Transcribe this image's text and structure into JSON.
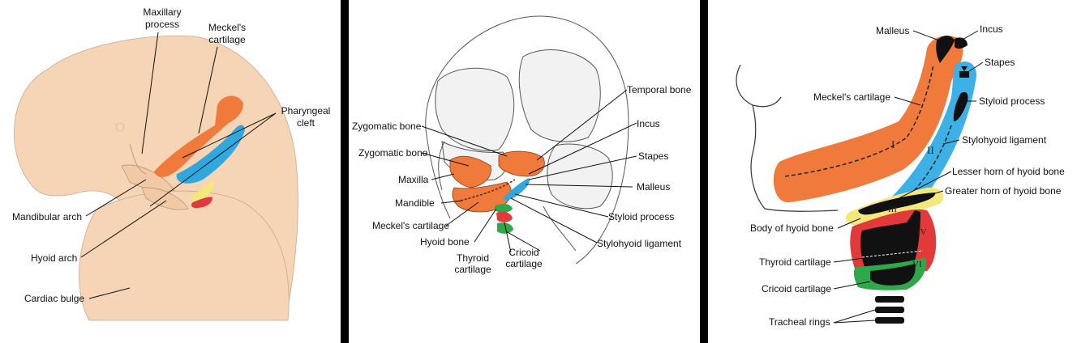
{
  "panel1": {
    "labels": {
      "maxillary_l1": "Maxillary",
      "maxillary_l2": "process",
      "meckel_l1": "Meckel's",
      "meckel_l2": "cartilage",
      "pharyngeal_l1": "Pharyngeal",
      "pharyngeal_l2": "cleft",
      "mandibular": "Mandibular arch",
      "hyoid_arch": "Hyoid arch",
      "cardiac": "Cardiac bulge"
    },
    "colors": {
      "skin": "#f5d5b5",
      "cartilage_orange": "#f07a3c",
      "cartilage_blue": "#2fa7df",
      "yellow": "#f5e77a",
      "red": "#e23a3a"
    }
  },
  "panel2": {
    "labels": {
      "temporal": "Temporal bone",
      "zygomatic1": "Zygomatic bone",
      "incus": "Incus",
      "zygomatic2": "Zygomatic bone",
      "stapes": "Stapes",
      "maxilla": "Maxilla",
      "malleus": "Malleus",
      "mandible": "Mandible",
      "styloid": "Styloid process",
      "meckel": "Meckel's cartilage",
      "stylohyoid": "Stylohyoid ligament",
      "hyoid": "Hyoid bone",
      "cricoid_l1": "Cricoid",
      "cricoid_l2": "cartilage",
      "thyroid_l1": "Thyroid",
      "thyroid_l2": "cartilage"
    },
    "colors": {
      "bone": "#f07a3c",
      "green": "#2ea84a",
      "blue": "#2fa7df",
      "red": "#e23a3a"
    }
  },
  "panel3": {
    "labels": {
      "malleus": "Malleus",
      "incus": "Incus",
      "stapes": "Stapes",
      "meckel": "Meckel's cartilage",
      "styloid": "Styloid process",
      "stylohyoid": "Stylohyoid ligament",
      "lesser_horn": "Lesser horn of hyoid bone",
      "greater_horn": "Greater horn of hyoid bone",
      "body_hyoid": "Body of hyoid bone",
      "thyroid": "Thyroid cartilage",
      "cricoid": "Cricoid cartilage",
      "tracheal": "Tracheal rings"
    },
    "arch_numerals": {
      "i": "I",
      "ii": "II",
      "iii": "III",
      "iv": "IV",
      "vi": "VI"
    },
    "colors": {
      "arch1": "#f07a3c",
      "arch2": "#3db0e6",
      "arch3": "#f5e77a",
      "arch4": "#e23a3a",
      "arch6": "#2ea84a",
      "bone": "#111111"
    }
  }
}
